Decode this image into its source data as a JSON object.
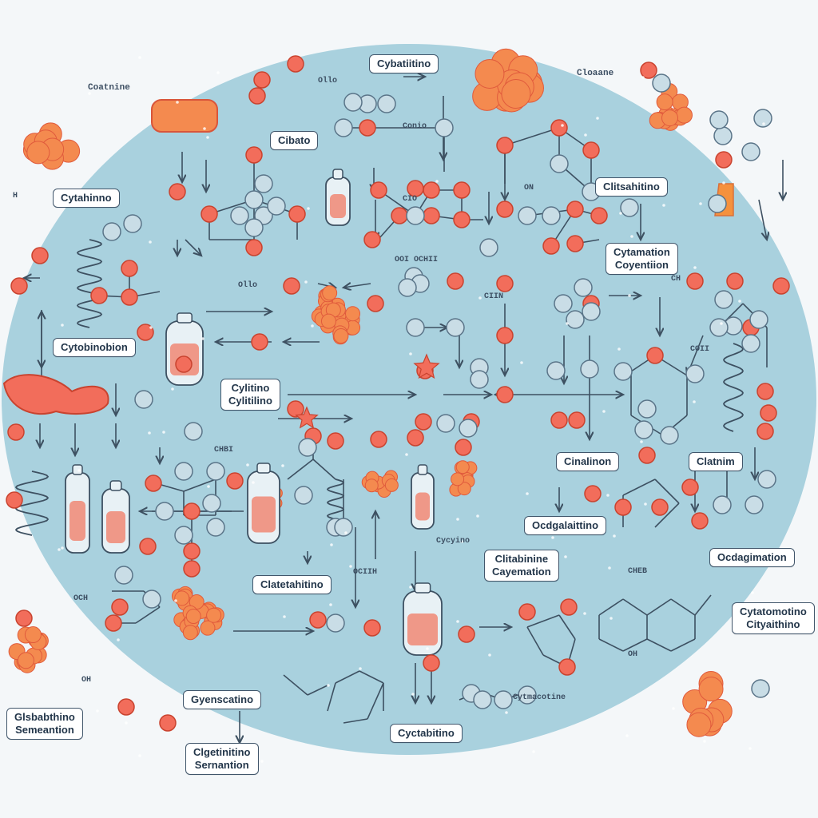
{
  "colors": {
    "background": "#f4f7f9",
    "disk": "#a9d1de",
    "node_orange": "#f26d5b",
    "node_light": "#c9dde6",
    "line": "#3d5061",
    "cluster": "#f48a4f"
  },
  "labels": {
    "l1": "Cybatiitino",
    "l2": "Cibato",
    "l3": "Cytahinno",
    "l4": "Cytobinobion",
    "l5": "Cylitino\nCylitilino",
    "l6": "Clitsahitino",
    "l7": "Cytamation\nCoyentiion",
    "l8": "Cinalinon",
    "l9": "Clatnim",
    "l10": "Ocdgalaittino",
    "l11": "Clitabinine\nCayemation",
    "l12": "Clatetahitino",
    "l13": "Ocdagimation",
    "l14": "Gyenscatino",
    "l15": "Cyctabitino",
    "l16": "Glsbabthino\nSemeantion",
    "l17": "Clgetinitino\nSernantion",
    "l18": "Cytatomotino\nCityaithino"
  },
  "texts": {
    "t1": "Coatnine",
    "t2": "Cloaane",
    "t3": "Ollo",
    "t4": "Ollo",
    "t5": "Conio",
    "t6": "OOI OCHII",
    "t7": "CIIN",
    "t8": "COII",
    "t9": "OCIIH",
    "t10": "Cycyino",
    "t11": "Cytmacotine",
    "t12": "CHEB",
    "t13": "CHBI",
    "t14": "OCH",
    "t15": "CH",
    "t16": "OH",
    "t17": "OH",
    "t18": "H",
    "t19": "CIO",
    "t20": "ON"
  }
}
